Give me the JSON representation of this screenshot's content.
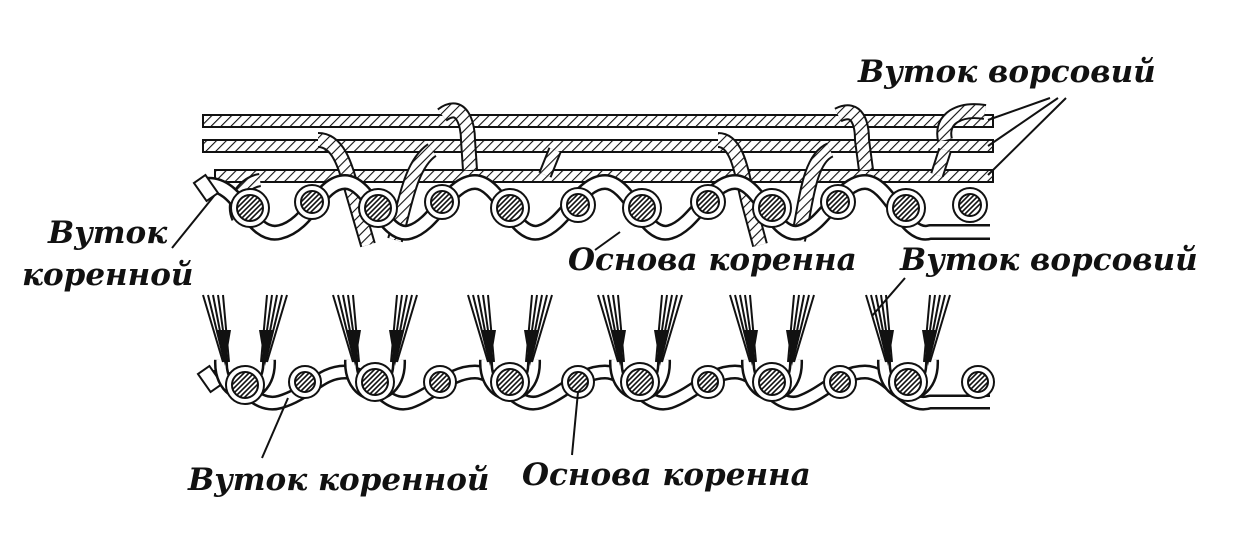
{
  "labels": {
    "pile_weft_top": "Вуток ворсовий",
    "ground_weft_left_line1": "Вуток",
    "ground_weft_left_line2": "коренной",
    "ground_warp_top": "Основа коренна",
    "pile_weft_right": "Вуток ворсовий",
    "ground_weft_bottom": "Вуток коренной",
    "ground_warp_bottom": "Основа коренна"
  },
  "colors": {
    "ink": "#111111",
    "paper": "#ffffff"
  }
}
